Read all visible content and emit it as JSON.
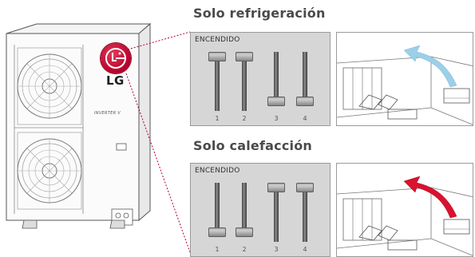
{
  "cooling": {
    "title": "Solo refrigeración",
    "panel_label": "ENCENDIDO",
    "switches": [
      {
        "number": "1",
        "state": "up"
      },
      {
        "number": "2",
        "state": "up"
      },
      {
        "number": "3",
        "state": "down"
      },
      {
        "number": "4",
        "state": "down"
      }
    ],
    "arrow_color": "#9ccfe8"
  },
  "heating": {
    "title": "Solo calefacción",
    "panel_label": "ENCENDIDO",
    "switches": [
      {
        "number": "1",
        "state": "down"
      },
      {
        "number": "2",
        "state": "down"
      },
      {
        "number": "3",
        "state": "up"
      },
      {
        "number": "4",
        "state": "up"
      }
    ],
    "arrow_color": "#d9122f"
  },
  "unit": {
    "brand": "LG",
    "series": "INVERTER V",
    "brand_color": "#c6002e"
  }
}
